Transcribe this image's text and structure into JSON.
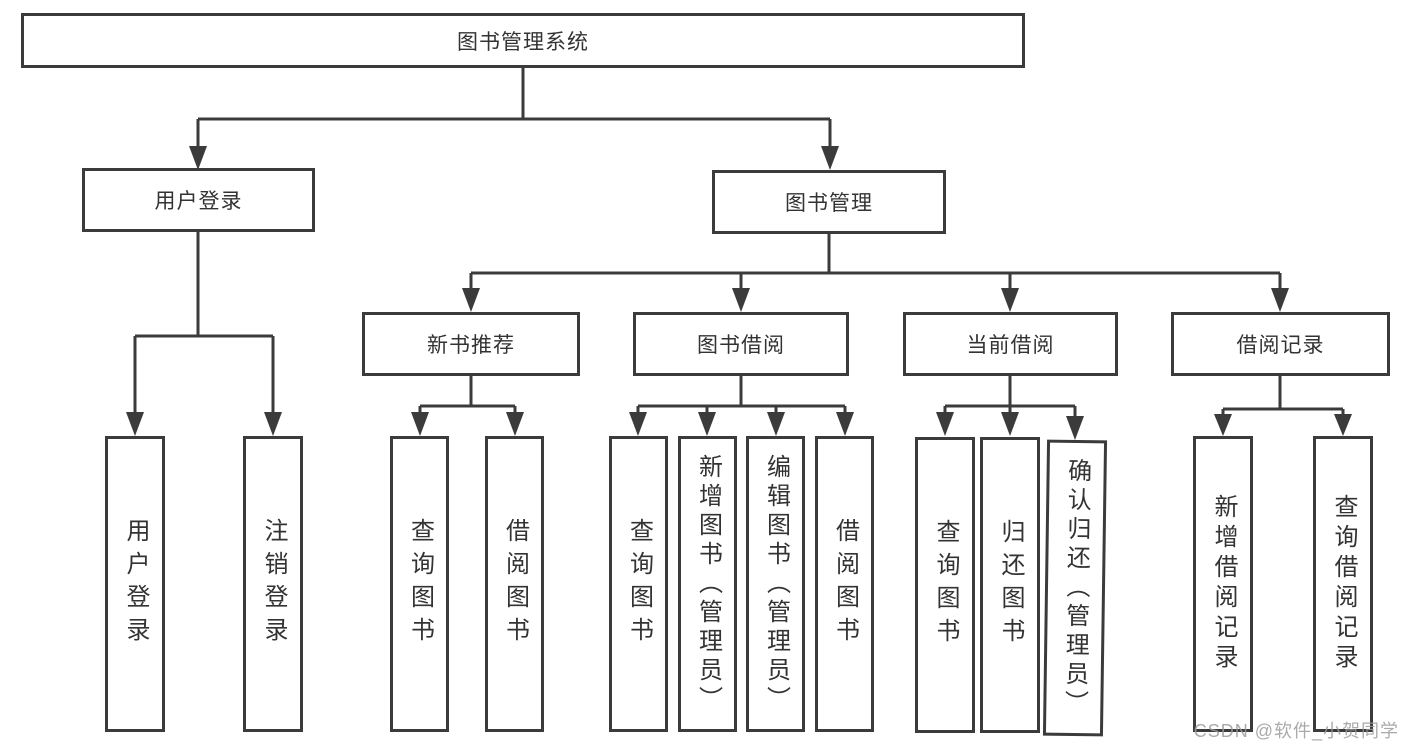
{
  "diagram": {
    "root": "图书管理系统",
    "branches": [
      {
        "label": "用户登录",
        "leaves": [
          "用户登录",
          "注销登录"
        ]
      },
      {
        "label": "图书管理",
        "sections": [
          {
            "label": "新书推荐",
            "leaves": [
              "查询图书",
              "借阅图书"
            ]
          },
          {
            "label": "图书借阅",
            "leaves": [
              "查询图书",
              "新增图书（管理员）",
              "编辑图书（管理员）",
              "借阅图书"
            ]
          },
          {
            "label": "当前借阅",
            "leaves": [
              "查询图书",
              "归还图书",
              "确认归还（管理员）"
            ]
          },
          {
            "label": "借阅记录",
            "leaves": [
              "新增借阅记录",
              "查询借阅记录"
            ]
          }
        ]
      }
    ]
  },
  "watermark": "CSDN @软件_小贺同学",
  "colors": {
    "line": "#3b3b3b",
    "text": "#333333",
    "background": "#ffffff",
    "watermark": "#9b9b9b"
  }
}
